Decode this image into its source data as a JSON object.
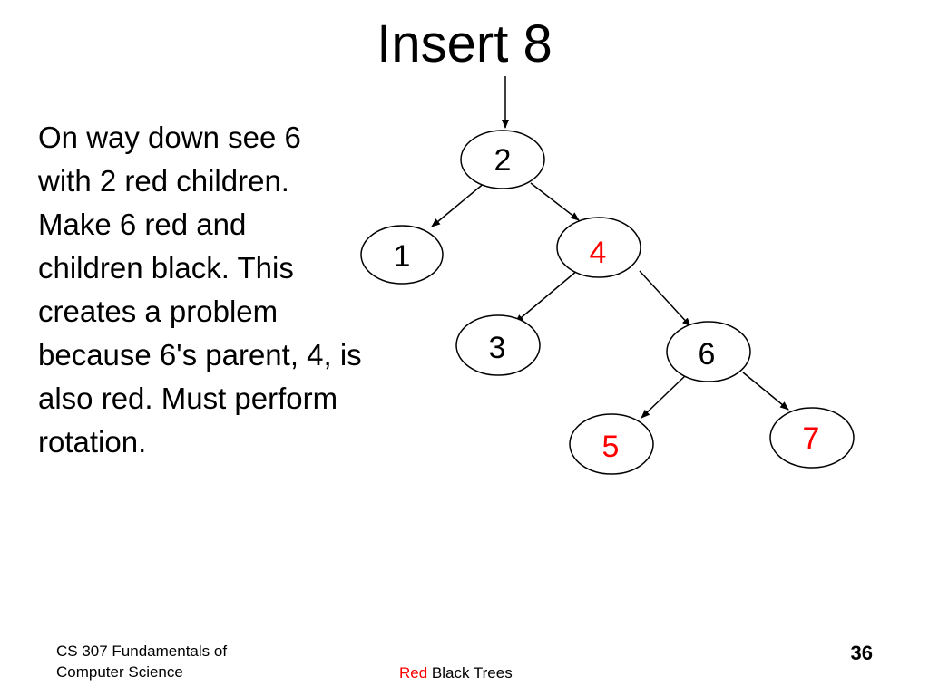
{
  "slide": {
    "title": "Insert 8",
    "body_lines": [
      "On way down see 6",
      "with 2 red children.",
      "Make 6 red and",
      "children black. This",
      "creates a problem",
      "because 6's parent, 4, is",
      "also red. Must perform",
      "rotation."
    ]
  },
  "colors": {
    "red": "#ff0000",
    "black": "#000000"
  },
  "tree": {
    "nodes": [
      {
        "id": "n2",
        "label": "2",
        "color": "black"
      },
      {
        "id": "n1",
        "label": "1",
        "color": "black"
      },
      {
        "id": "n4",
        "label": "4",
        "color": "red"
      },
      {
        "id": "n3",
        "label": "3",
        "color": "black"
      },
      {
        "id": "n6",
        "label": "6",
        "color": "black"
      },
      {
        "id": "n5",
        "label": "5",
        "color": "red"
      },
      {
        "id": "n7",
        "label": "7",
        "color": "red"
      }
    ],
    "edges": [
      {
        "from": "n2",
        "to": "n1"
      },
      {
        "from": "n2",
        "to": "n4"
      },
      {
        "from": "n4",
        "to": "n3"
      },
      {
        "from": "n4",
        "to": "n6"
      },
      {
        "from": "n6",
        "to": "n5"
      },
      {
        "from": "n6",
        "to": "n7"
      }
    ]
  },
  "footer": {
    "course_line1": "CS 307 Fundamentals of",
    "course_line2": "Computer Science",
    "topic_red": "Red",
    "topic_rest": " Black Trees",
    "page_number": "36"
  }
}
